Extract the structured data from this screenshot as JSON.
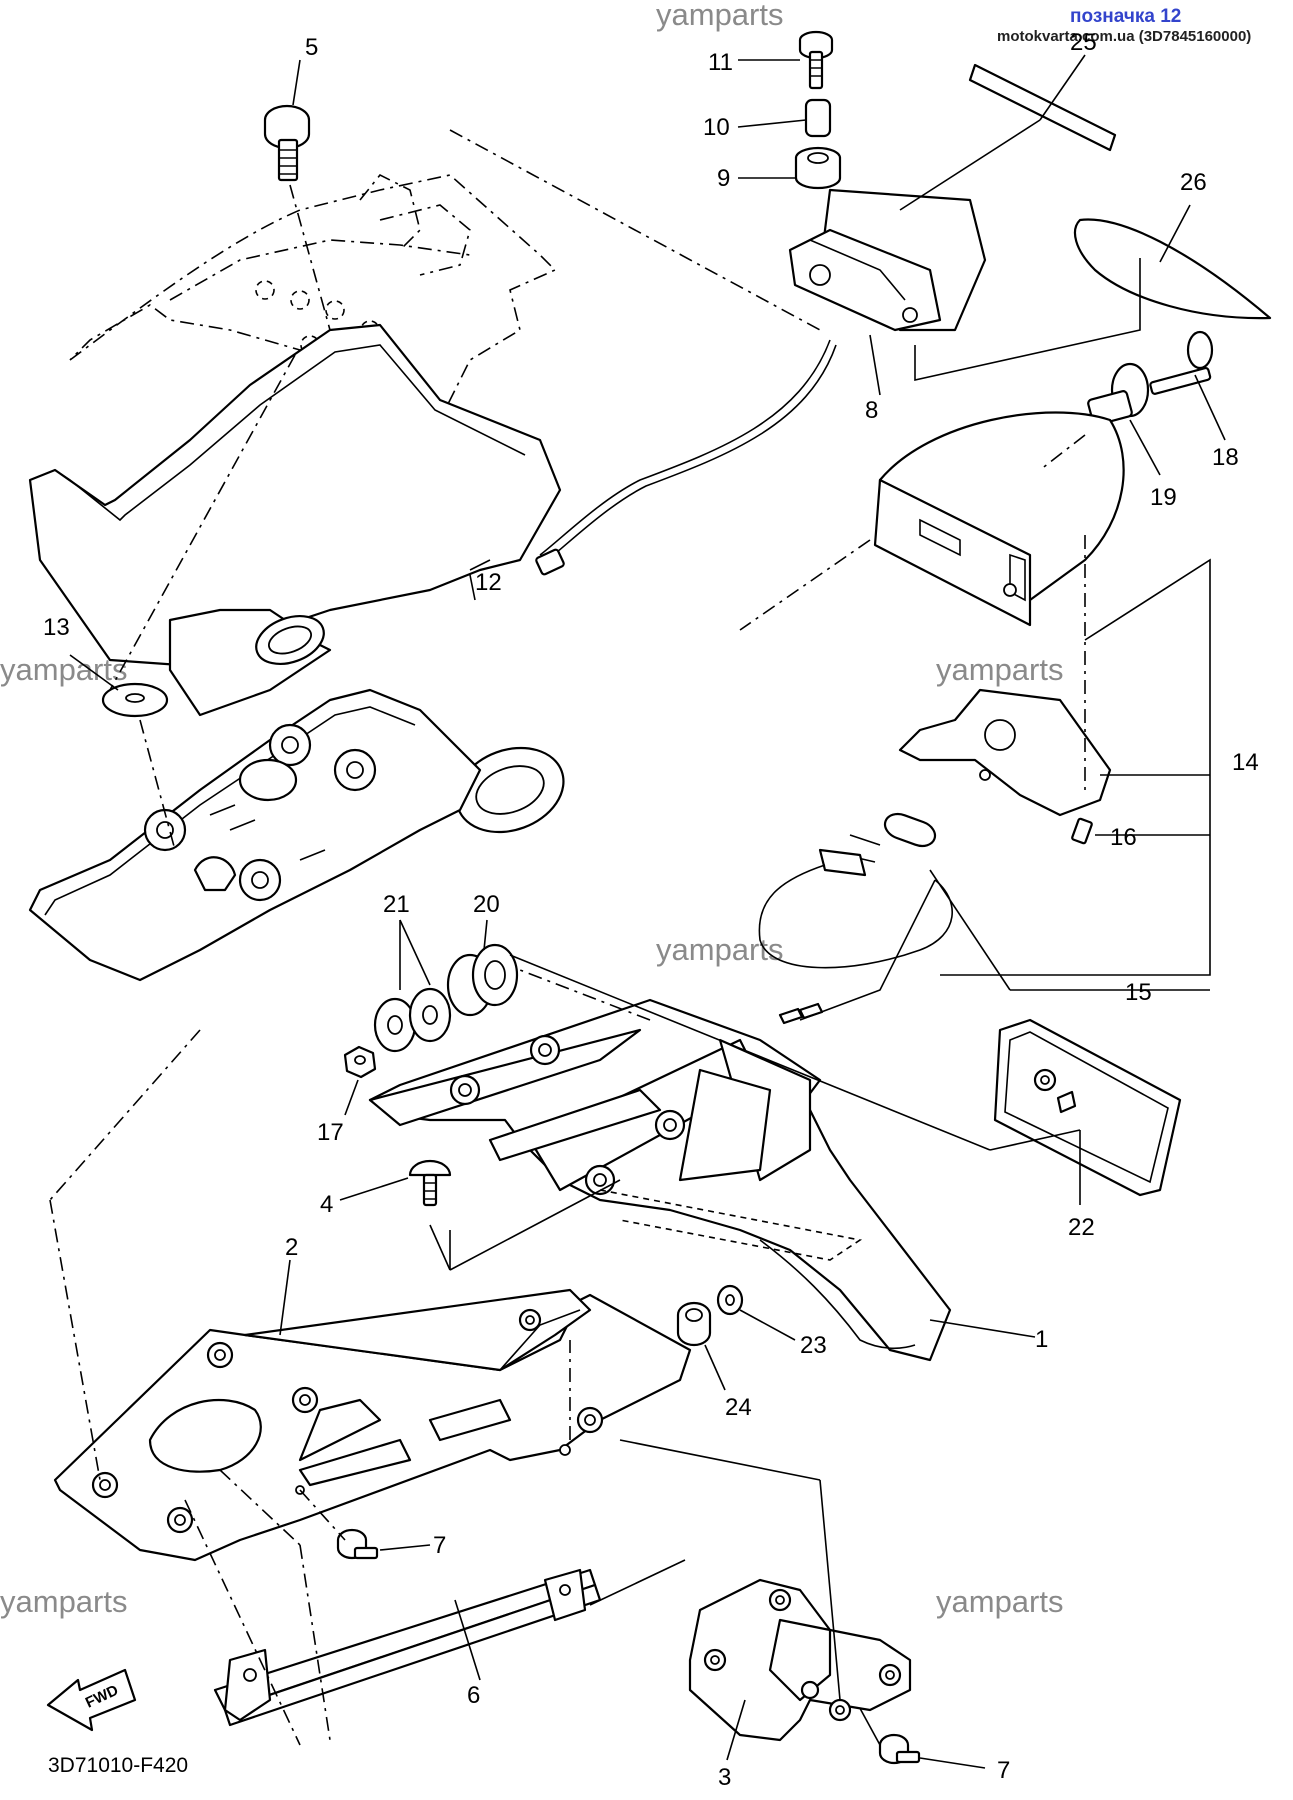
{
  "header": {
    "site_tag": "позначка 12",
    "site_ref": "motokvarta.com.ua (3D7845160000)"
  },
  "watermarks": [
    "yamparts",
    "yamparts",
    "yamparts",
    "yamparts",
    "yamparts",
    "yamparts"
  ],
  "diagram_code": "3D71010-F420",
  "fwd_label": "FWD",
  "callouts": {
    "c1": "1",
    "c2": "2",
    "c3": "3",
    "c4": "4",
    "c5": "5",
    "c6": "6",
    "c7a": "7",
    "c7b": "7",
    "c8": "8",
    "c9": "9",
    "c10": "10",
    "c11": "11",
    "c12": "12",
    "c13": "13",
    "c14": "14",
    "c15": "15",
    "c16": "16",
    "c17": "17",
    "c18": "18",
    "c19": "19",
    "c20": "20",
    "c21": "21",
    "c22": "22",
    "c23": "23",
    "c24": "24",
    "c25": "25",
    "c26": "26"
  },
  "icons": {
    "fwd_arrow": "fwd-arrow-icon"
  }
}
